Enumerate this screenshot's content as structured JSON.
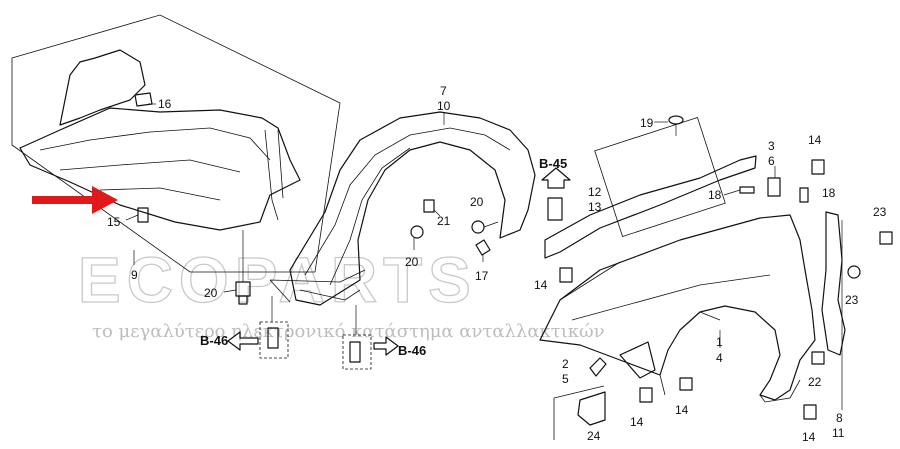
{
  "watermark": {
    "brand": "ECOPARTS",
    "tagline": "το μεγαλύτερο ηλεκτρονικό κατάστημα ανταλλακτικών"
  },
  "callouts": {
    "c16": "16",
    "c15": "15",
    "c9": "9",
    "c20a": "20",
    "c7": "7",
    "c10": "10",
    "c20b": "20",
    "c21": "21",
    "c20c": "20",
    "c17": "17",
    "c19": "19",
    "c12": "12",
    "c13": "13",
    "c14a": "14",
    "c3": "3",
    "c6": "6",
    "c14b": "14",
    "c18a": "18",
    "c18b": "18",
    "c23a": "23",
    "c23b": "23",
    "c1": "1",
    "c4": "4",
    "c22": "22",
    "c2": "2",
    "c5": "5",
    "c14c": "14",
    "c14d": "14",
    "c24": "24",
    "c8": "8",
    "c11": "11",
    "c14e": "14"
  },
  "refs": {
    "b45": "B-45",
    "b46_left": "B-46",
    "b46_right": "B-46"
  },
  "colors": {
    "arrow": "#e0191b",
    "line": "#111111",
    "watermark": "#c9c9c9"
  }
}
